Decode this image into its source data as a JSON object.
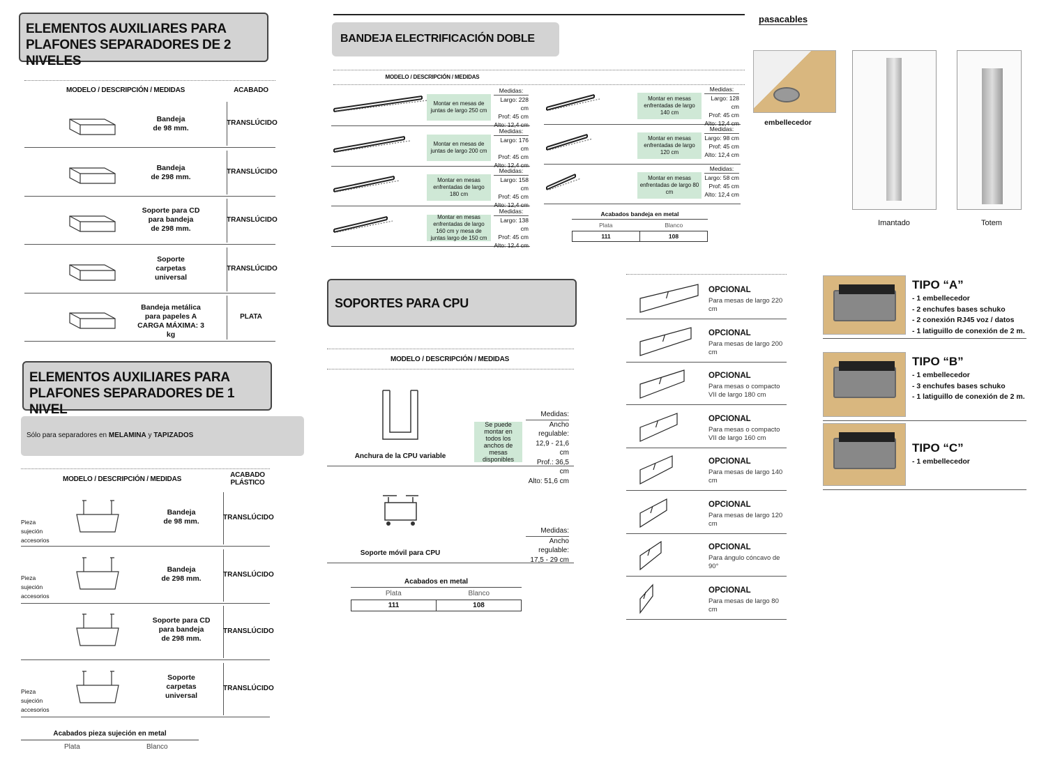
{
  "left": {
    "header1": [
      "ELEMENTOS AUXILIARES PARA",
      "PLAFONES SEPARADORES DE 2 NIVELES"
    ],
    "table1": {
      "col_model": "MODELO / DESCRIPCIÓN / MEDIDAS",
      "col_finish": "ACABADO",
      "rows": [
        {
          "desc": [
            "Bandeja",
            "de 98 mm."
          ],
          "finish": "TRANSLÚCIDO"
        },
        {
          "desc": [
            "Bandeja",
            "de 298 mm."
          ],
          "finish": "TRANSLÚCIDO"
        },
        {
          "desc": [
            "Soporte para CD",
            "para bandeja",
            "de 298 mm."
          ],
          "finish": "TRANSLÚCIDO"
        },
        {
          "desc": [
            "Soporte",
            "carpetas",
            "universal"
          ],
          "finish": "TRANSLÚCIDO"
        },
        {
          "desc": [
            "Bandeja metálica",
            "para papeles A",
            "CARGA MÁXIMA: 3 kg"
          ],
          "finish": "PLATA"
        }
      ]
    },
    "header2": [
      "ELEMENTOS AUXILIARES PARA",
      "PLAFONES SEPARADORES DE 1 NIVEL"
    ],
    "note": {
      "pre": "Sólo para separadores en ",
      "b1": "MELAMINA",
      "mid": " y ",
      "b2": "TAPIZADOS"
    },
    "table2": {
      "col_model": "MODELO / DESCRIPCIÓN / MEDIDAS",
      "col_finish": [
        "ACABADO",
        "PLÁSTICO"
      ],
      "piece_label": [
        "Pieza",
        "sujeción",
        "accesorios"
      ],
      "rows": [
        {
          "desc": [
            "Bandeja",
            "de 98 mm."
          ],
          "finish": "TRANSLÚCIDO"
        },
        {
          "desc": [
            "Bandeja",
            "de 298 mm."
          ],
          "finish": "TRANSLÚCIDO"
        },
        {
          "desc": [
            "Soporte para CD",
            "para bandeja",
            "de 298 mm."
          ],
          "finish": "TRANSLÚCIDO"
        },
        {
          "desc": [
            "Soporte",
            "carpetas",
            "universal"
          ],
          "finish": "TRANSLÚCIDO"
        }
      ]
    },
    "finishes": {
      "title": "Acabados pieza sujeción en metal",
      "cols": [
        "Plata",
        "Blanco"
      ]
    }
  },
  "bandeja": {
    "title": "BANDEJA ELECTRIFICACIÓN DOBLE",
    "col_model": "MODELO / DESCRIPCIÓN / MEDIDAS",
    "measures_label": "Medidas:",
    "left": [
      {
        "note": "Montar en mesas de juntas de largo 250 cm",
        "m": [
          "Largo: 228 cm",
          "Prof: 45 cm",
          "Alto: 12,4 cm"
        ]
      },
      {
        "note": "Montar en mesas de juntas de largo 200 cm",
        "m": [
          "Largo: 176 cm",
          "Prof: 45 cm",
          "Alto: 12,4 cm"
        ]
      },
      {
        "note": "Montar en mesas enfrentadas de largo 180 cm",
        "m": [
          "Largo: 158 cm",
          "Prof: 45 cm",
          "Alto: 12,4 cm"
        ]
      },
      {
        "note": "Montar en mesas enfrentadas de largo 160 cm y mesa de juntas largo de 150 cm",
        "m": [
          "Largo: 138 cm",
          "Prof: 45 cm",
          "Alto: 12,4 cm"
        ]
      }
    ],
    "right": [
      {
        "note": "Montar en mesas enfrentadas de largo 140 cm",
        "m": [
          "Largo: 128 cm",
          "Prof: 45 cm",
          "Alto: 12,4 cm"
        ]
      },
      {
        "note": "Montar en mesas enfrentadas de largo 120 cm",
        "m": [
          "Largo: 98 cm",
          "Prof: 45 cm",
          "Alto: 12,4 cm"
        ]
      },
      {
        "note": "Montar en mesas enfrentadas de largo 80 cm",
        "m": [
          "Largo: 58 cm",
          "Prof: 45 cm",
          "Alto: 12,4 cm"
        ]
      }
    ],
    "finishes": {
      "title": "Acabados bandeja en metal",
      "cols": [
        "Plata",
        "Blanco"
      ],
      "codes": [
        "111",
        "108"
      ]
    }
  },
  "cpu": {
    "title": "SOPORTES PARA CPU",
    "col_model": "MODELO / DESCRIPCIÓN / MEDIDAS",
    "item1": {
      "name": "Anchura de la CPU variable",
      "note": "Se puede montar en todos los anchos de mesas disponibles",
      "measures_label": "Medidas:",
      "m": [
        "Ancho regulable:",
        "12,9 - 21,6 cm",
        "Prof.: 36,5 cm",
        "Alto: 51,6 cm"
      ]
    },
    "item2": {
      "name": "Soporte móvil para CPU",
      "measures_label": "Medidas:",
      "m": [
        "Ancho regulable:",
        "17,5 - 29 cm"
      ]
    },
    "finishes": {
      "title": "Acabados en metal",
      "cols": [
        "Plata",
        "Blanco"
      ],
      "codes": [
        "111",
        "108"
      ]
    }
  },
  "optional": [
    {
      "t": "OPCIONAL",
      "d": "Para mesas de largo 220 cm"
    },
    {
      "t": "OPCIONAL",
      "d": "Para mesas de largo 200 cm"
    },
    {
      "t": "OPCIONAL",
      "d": "Para mesas o compacto VII de largo 180 cm"
    },
    {
      "t": "OPCIONAL",
      "d": "Para mesas o compacto VII de largo 160 cm"
    },
    {
      "t": "OPCIONAL",
      "d": "Para mesas de largo 140 cm"
    },
    {
      "t": "OPCIONAL",
      "d": "Para mesas de largo 120 cm"
    },
    {
      "t": "OPCIONAL",
      "d": "Para ángulo cóncavo de 90°"
    },
    {
      "t": "OPCIONAL",
      "d": "Para mesas de largo 80 cm"
    }
  ],
  "pasacables": {
    "title": "pasacables",
    "captions": [
      "embellecedor",
      "Imantado",
      "Totem"
    ]
  },
  "tipos": [
    {
      "t": "TIPO “A”",
      "items": [
        "- 1 embellecedor",
        "- 2 enchufes bases schuko",
        "- 2 conexión RJ45 voz / datos",
        "- 1 latiguillo de conexión de 2 m."
      ]
    },
    {
      "t": "TIPO “B”",
      "items": [
        "- 1 embellecedor",
        "- 3 enchufes bases schuko",
        "- 1 latiguillo de conexión de 2 m."
      ]
    },
    {
      "t": "TIPO “C”",
      "items": [
        "- 1 embellecedor"
      ]
    }
  ]
}
